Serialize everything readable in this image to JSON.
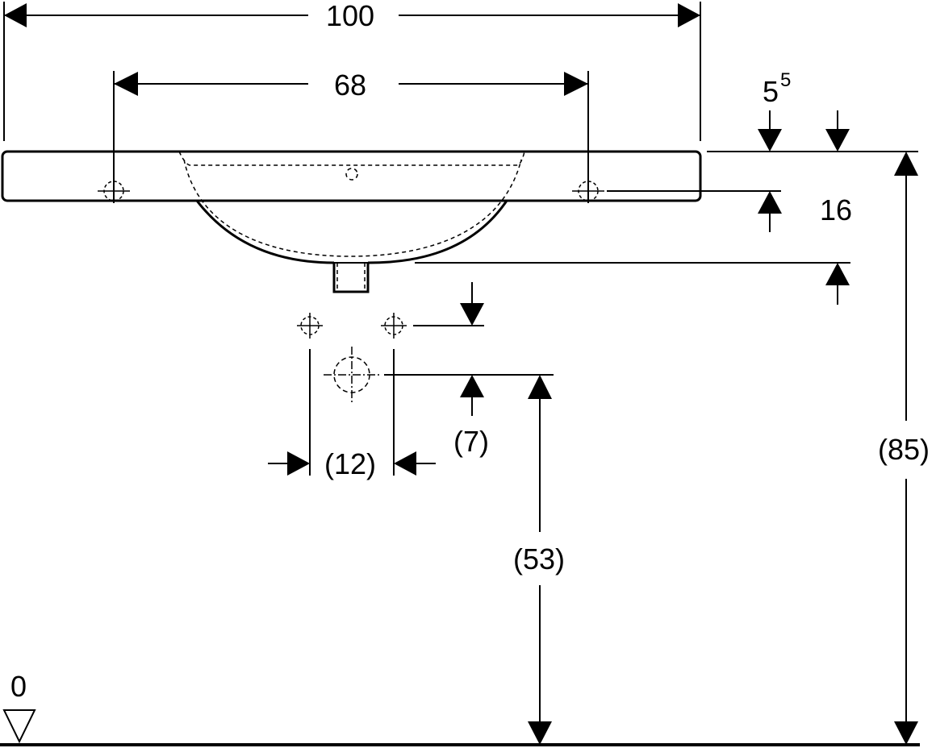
{
  "dimensions": {
    "overall_width": "100",
    "fixing_spacing": "68",
    "rim_offset_main": "5",
    "rim_offset_sup": "5",
    "bowl_depth": "16",
    "tap_spacing": "(12)",
    "tap_drop": "(7)",
    "waste_height": "(53)",
    "rim_height": "(85)"
  },
  "floor": {
    "level_label": "0"
  }
}
